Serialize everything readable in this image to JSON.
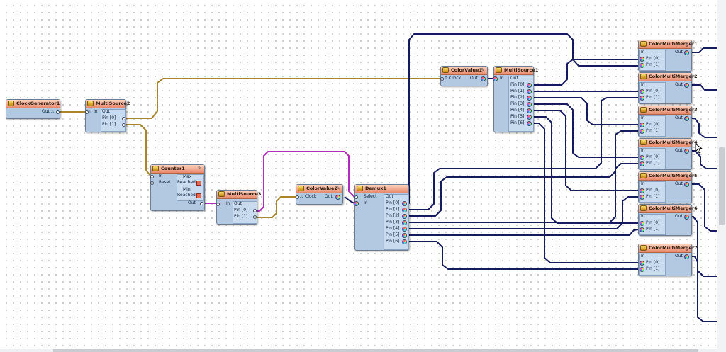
{
  "diagram": {
    "nodes": {
      "clockgen": {
        "title": "ClockGenerator1",
        "out": "Out"
      },
      "ms2": {
        "title": "MultiSource2",
        "in": "In",
        "out": "Out",
        "pin0": "Pin [0]",
        "pin1": "Pin [1]"
      },
      "counter": {
        "title": "Counter1",
        "in": "In",
        "reset": "Reset",
        "max": "Max",
        "min": "Min",
        "reached1": "Reached",
        "reached2": "Reached",
        "out": "Out"
      },
      "ms3": {
        "title": "MultiSource3",
        "in": "In",
        "out": "Out",
        "pin0": "Pin [0]",
        "pin1": "Pin [1]"
      },
      "cv2": {
        "title": "ColorValue2",
        "clock": "Clock",
        "out": "Out"
      },
      "cv1": {
        "title": "ColorValue1",
        "clock": "Clock",
        "out": "Out"
      },
      "ms1": {
        "title": "MultiSource1",
        "in": "In",
        "out": "Out",
        "pins": [
          "Pin [0]",
          "Pin [1]",
          "Pin [2]",
          "Pin [3]",
          "Pin [4]",
          "Pin [5]",
          "Pin [6]"
        ]
      },
      "demux": {
        "title": "Demux1",
        "select": "Select",
        "in": "In",
        "out": "Out",
        "pins": [
          "Pin [0]",
          "Pin [1]",
          "Pin [2]",
          "Pin [3]",
          "Pin [4]",
          "Pin [5]",
          "Pin [6]"
        ]
      },
      "mergers": [
        {
          "title": "ColorMultiMerger1",
          "in": "In",
          "out": "Out",
          "pin0": "Pin [0]",
          "pin1": "Pin [1]"
        },
        {
          "title": "ColorMultiMerger2",
          "in": "In",
          "out": "Out",
          "pin0": "Pin [0]",
          "pin1": "Pin [1]"
        },
        {
          "title": "ColorMultiMerger3",
          "in": "In",
          "out": "Out",
          "pin0": "Pin [0]",
          "pin1": "Pin [1]"
        },
        {
          "title": "ColorMultiMerger4",
          "in": "In",
          "out": "Out",
          "pin0": "Pin [0]",
          "pin1": "Pin [1]"
        },
        {
          "title": "ColorMultiMerger5",
          "in": "In",
          "out": "Out",
          "pin0": "Pin [0]",
          "pin1": "Pin [1]"
        },
        {
          "title": "ColorMultiMerger6",
          "in": "In",
          "out": "Out",
          "pin0": "Pin [0]",
          "pin1": "Pin [1]"
        },
        {
          "title": "ColorMultiMerger7",
          "in": "In",
          "out": "Out",
          "pin0": "Pin [0]",
          "pin1": "Pin [1]"
        }
      ]
    },
    "wire_colors": {
      "clock": "#a8842a",
      "color": "#151b5e",
      "select": "#b02cbc"
    }
  }
}
